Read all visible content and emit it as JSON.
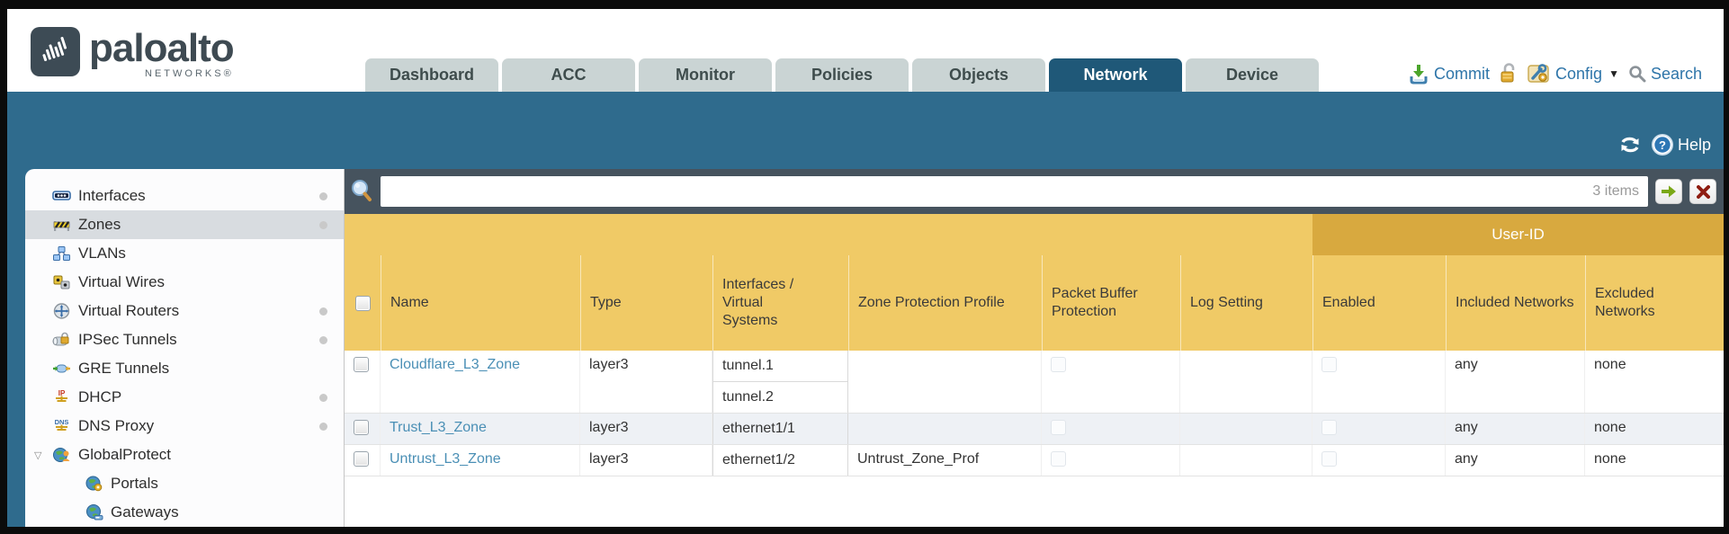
{
  "brand": {
    "name": "paloalto",
    "sub": "NETWORKS®"
  },
  "nav_tabs": [
    {
      "label": "Dashboard",
      "active": false
    },
    {
      "label": "ACC",
      "active": false
    },
    {
      "label": "Monitor",
      "active": false
    },
    {
      "label": "Policies",
      "active": false
    },
    {
      "label": "Objects",
      "active": false
    },
    {
      "label": "Network",
      "active": true
    },
    {
      "label": "Device",
      "active": false
    }
  ],
  "utilities": {
    "commit": "Commit",
    "config": "Config",
    "search": "Search",
    "help": "Help"
  },
  "sidebar": {
    "items": [
      {
        "label": "Interfaces",
        "icon": "interfaces-icon",
        "dot": true,
        "selected": false,
        "child": false,
        "expander": false
      },
      {
        "label": "Zones",
        "icon": "zones-icon",
        "dot": true,
        "selected": true,
        "child": false,
        "expander": false
      },
      {
        "label": "VLANs",
        "icon": "vlans-icon",
        "dot": false,
        "selected": false,
        "child": false,
        "expander": false
      },
      {
        "label": "Virtual Wires",
        "icon": "virtual-wires-icon",
        "dot": false,
        "selected": false,
        "child": false,
        "expander": false
      },
      {
        "label": "Virtual Routers",
        "icon": "virtual-routers-icon",
        "dot": true,
        "selected": false,
        "child": false,
        "expander": false
      },
      {
        "label": "IPSec Tunnels",
        "icon": "ipsec-tunnels-icon",
        "dot": true,
        "selected": false,
        "child": false,
        "expander": false
      },
      {
        "label": "GRE Tunnels",
        "icon": "gre-tunnels-icon",
        "dot": false,
        "selected": false,
        "child": false,
        "expander": false
      },
      {
        "label": "DHCP",
        "icon": "dhcp-icon",
        "dot": true,
        "selected": false,
        "child": false,
        "expander": false
      },
      {
        "label": "DNS Proxy",
        "icon": "dns-proxy-icon",
        "dot": true,
        "selected": false,
        "child": false,
        "expander": false
      },
      {
        "label": "GlobalProtect",
        "icon": "globalprotect-icon",
        "dot": false,
        "selected": false,
        "child": false,
        "expander": true
      },
      {
        "label": "Portals",
        "icon": "portals-icon",
        "dot": false,
        "selected": false,
        "child": true,
        "expander": false
      },
      {
        "label": "Gateways",
        "icon": "gateways-icon",
        "dot": false,
        "selected": false,
        "child": true,
        "expander": false
      }
    ]
  },
  "toolbar": {
    "count": "3 items"
  },
  "table": {
    "group_header": "User-ID",
    "columns": [
      "",
      "Name",
      "Type",
      "Interfaces / Virtual Systems",
      "Zone Protection Profile",
      "Packet Buffer Protection",
      "Log Setting",
      "Enabled",
      "Included Networks",
      "Excluded Networks"
    ],
    "rows": [
      {
        "name": "Cloudflare_L3_Zone",
        "type": "layer3",
        "interfaces": [
          "tunnel.1",
          "tunnel.2"
        ],
        "zone_protection_profile": "",
        "packet_buffer_protection": false,
        "log_setting": "",
        "user_id_enabled": false,
        "included_networks": "any",
        "excluded_networks": "none",
        "highlighted": false
      },
      {
        "name": "Trust_L3_Zone",
        "type": "layer3",
        "interfaces": [
          "ethernet1/1"
        ],
        "zone_protection_profile": "",
        "packet_buffer_protection": false,
        "log_setting": "",
        "user_id_enabled": false,
        "included_networks": "any",
        "excluded_networks": "none",
        "highlighted": true
      },
      {
        "name": "Untrust_L3_Zone",
        "type": "layer3",
        "interfaces": [
          "ethernet1/2"
        ],
        "zone_protection_profile": "Untrust_Zone_Prof",
        "packet_buffer_protection": false,
        "log_setting": "",
        "user_id_enabled": false,
        "included_networks": "any",
        "excluded_networks": "none",
        "highlighted": false
      }
    ]
  },
  "colors": {
    "teal_band": "#2f6b8d",
    "tab_active": "#1f5878",
    "tab_inactive": "#cad4d4",
    "toolbar_bg": "#46535e",
    "header_gold": "#f0ca66",
    "user_id_gold": "#d8a93f",
    "link_blue": "#4a8fb5",
    "selected_row": "#eef1f5",
    "sidebar_selected": "#d8dce0"
  }
}
